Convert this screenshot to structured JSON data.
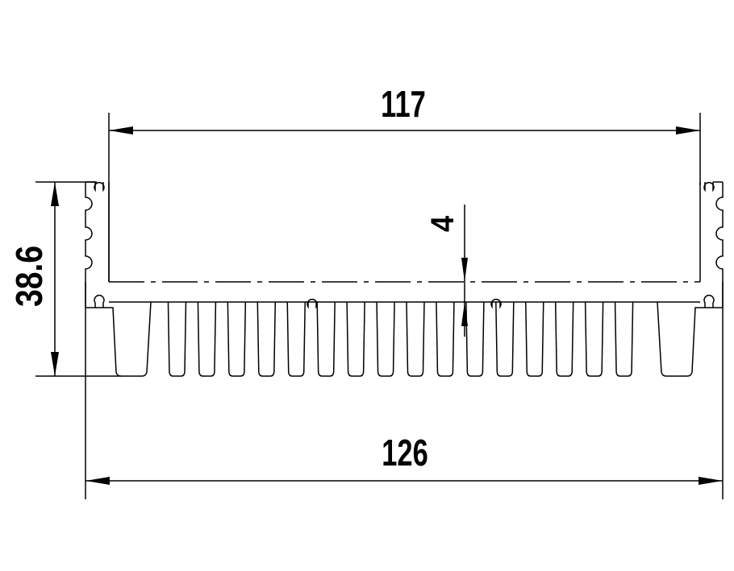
{
  "dimensions": {
    "top_width": "117",
    "bottom_width": "126",
    "height": "38.6",
    "wall_thickness": "4"
  },
  "profile": {
    "fin_count": 17
  },
  "colors": {
    "line": "#000000",
    "background": "#ffffff"
  }
}
